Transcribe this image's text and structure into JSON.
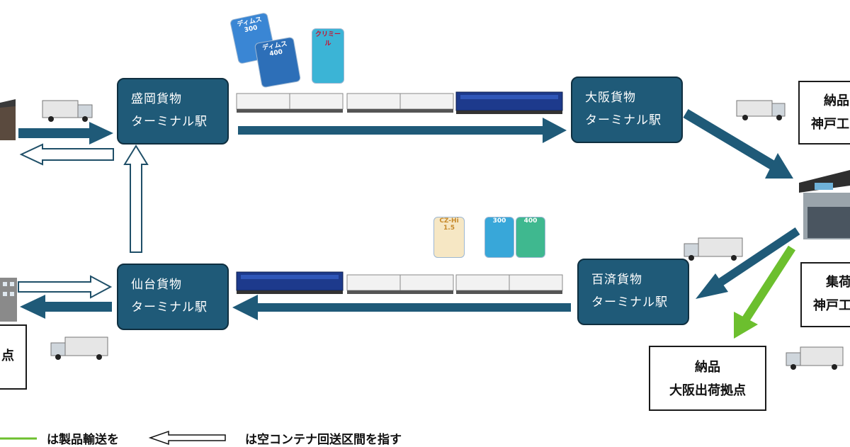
{
  "stations": {
    "morioka": {
      "line1": "盛岡貨物",
      "line2": "ターミナル駅"
    },
    "osaka": {
      "line1": "大阪貨物",
      "line2": "ターミナル駅"
    },
    "sendai": {
      "line1": "仙台貨物",
      "line2": "ターミナル駅"
    },
    "kudara": {
      "line1": "百済貨物",
      "line2": "ターミナル駅"
    }
  },
  "boxes": {
    "kobe_delivery": {
      "line1": "納品",
      "line2": "神戸工"
    },
    "kobe_collection": {
      "line1": "集荷",
      "line2": "神戸工"
    },
    "osaka_delivery": {
      "line1": "納品",
      "line2": "大阪出荷拠点"
    },
    "left_bottom": {
      "line1": "点"
    }
  },
  "legend": {
    "product_transport": "は製品輸送を",
    "empty_container": "は空コンテナ回送区間を指す"
  },
  "products": {
    "top_pouch1": "ディムス 300",
    "top_pouch2": "ディムス 400",
    "top_pack": "クリミール",
    "bottom_pack1": "CZ-Hi 1.5",
    "bottom_pack2": "300",
    "bottom_pack3": "400"
  },
  "colors": {
    "arrow_blue": "#1f5a78",
    "station_fill": "#1f5a78",
    "green_arrow": "#6cbf2e"
  }
}
